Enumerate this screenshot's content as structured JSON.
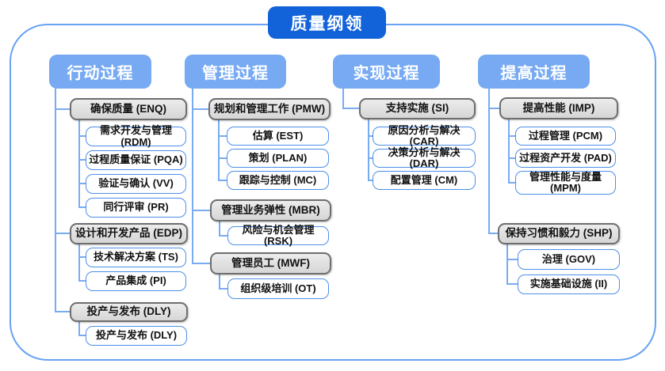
{
  "title": "质量纲领",
  "colors": {
    "title_bg": "#1262d9",
    "branch_header_bg": "#77aaf2",
    "connector_line": "#79abf3",
    "outer_border": "#68a2f3",
    "group_fill": "#dedede",
    "group_border": "#6e6e6e",
    "leaf_border": "#4c8fe8",
    "text_dark": "#111111",
    "text_light": "#ffffff"
  },
  "branches": [
    {
      "label": "行动过程",
      "groups": [
        {
          "label": "确保质量 (ENQ)",
          "children": [
            "需求开发与管理 (RDM)",
            "过程质量保证 (PQA)",
            "验证与确认 (VV)",
            "同行评审 (PR)"
          ]
        },
        {
          "label": "设计和开发产品 (EDP)",
          "children": [
            "技术解决方案 (TS)",
            "产品集成 (PI)"
          ]
        },
        {
          "label": "投产与发布 (DLY)",
          "children": [
            "投产与发布 (DLY)"
          ]
        }
      ]
    },
    {
      "label": "管理过程",
      "groups": [
        {
          "label": "规划和管理工作 (PMW)",
          "children": [
            "估算 (EST)",
            "策划 (PLAN)",
            "跟踪与控制 (MC)"
          ]
        },
        {
          "label": "管理业务弹性 (MBR)",
          "children": [
            "风险与机会管理 (RSK)"
          ]
        },
        {
          "label": "管理员工 (MWF)",
          "children": [
            "组织级培训 (OT)"
          ]
        }
      ]
    },
    {
      "label": "实现过程",
      "groups": [
        {
          "label": "支持实施 (SI)",
          "children": [
            "原因分析与解决 (CAR)",
            "决策分析与解决 (DAR)",
            "配置管理 (CM)"
          ]
        }
      ]
    },
    {
      "label": "提高过程",
      "groups": [
        {
          "label": "提高性能 (IMP)",
          "children": [
            "过程管理 (PCM)",
            "过程资产开发 (PAD)",
            "管理性能与度量 (MPM)"
          ]
        },
        {
          "label": "保持习惯和毅力 (SHP)",
          "children": [
            "治理 (GOV)",
            "实施基础设施 (II)"
          ]
        }
      ]
    }
  ]
}
